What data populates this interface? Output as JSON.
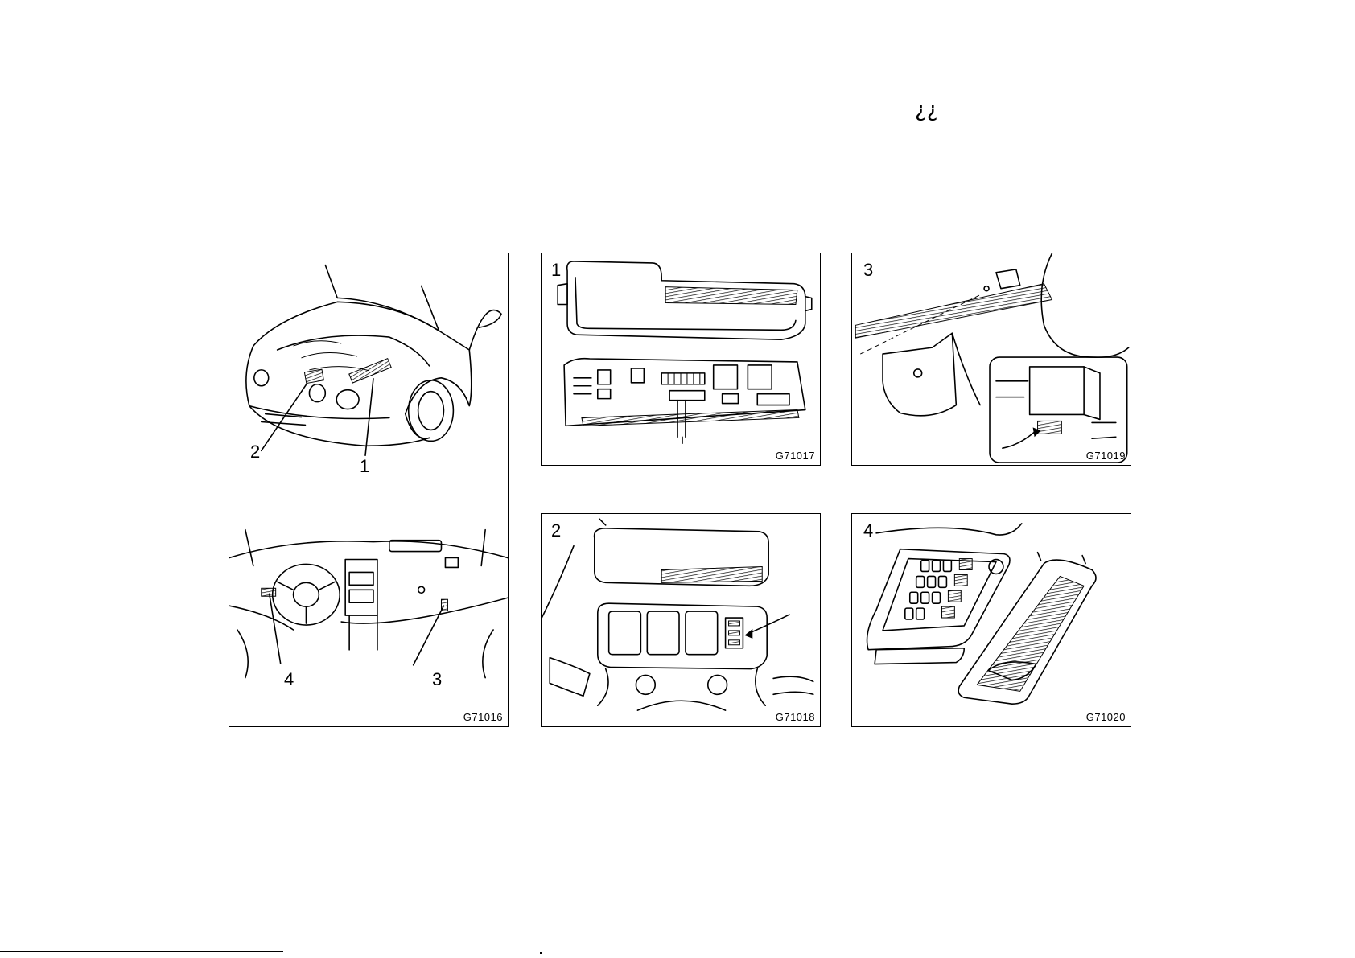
{
  "header": {
    "mark": "¿¿"
  },
  "panels": {
    "overview": {
      "figure_code": "G71016",
      "callouts": {
        "c1": "1",
        "c2": "2",
        "c3": "3",
        "c4": "4"
      }
    },
    "detail_1": {
      "number": "1",
      "figure_code": "G71017"
    },
    "detail_2": {
      "number": "2",
      "figure_code": "G71018"
    },
    "detail_3": {
      "number": "3",
      "figure_code": "G71019"
    },
    "detail_4": {
      "number": "4",
      "figure_code": "G71020"
    }
  }
}
